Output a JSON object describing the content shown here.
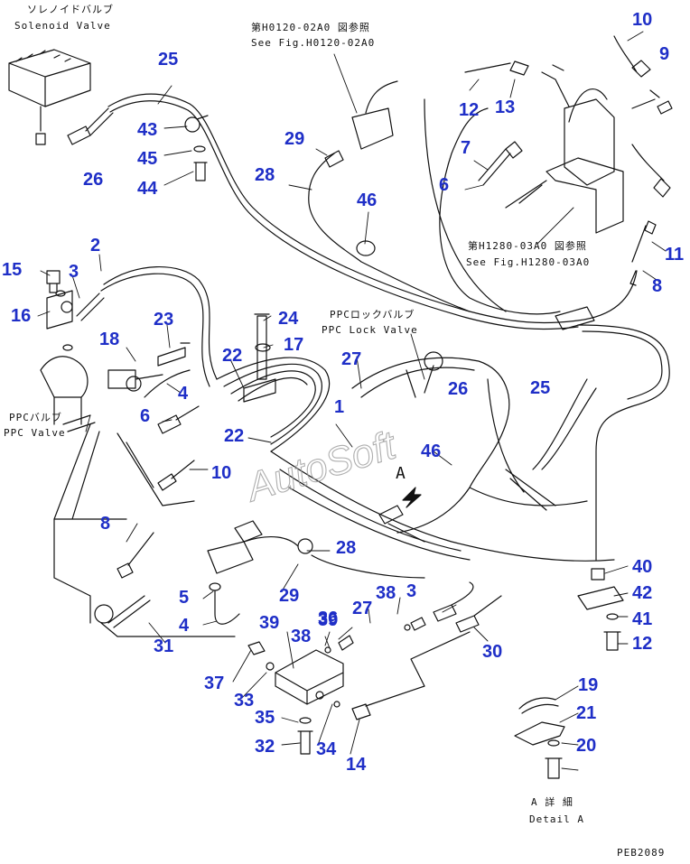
{
  "labels": {
    "solenoid_jp": "ソレノイドバルブ",
    "solenoid_en": "Solenoid Valve",
    "ref_top_jp": "第H0120-02A0 図参照",
    "ref_top_en": "See Fig.H0120-02A0",
    "ref_mid_jp": "第H1280-03A0 図参照",
    "ref_mid_en": "See Fig.H1280-03A0",
    "ppc_lock_jp": "PPCロックバルブ",
    "ppc_lock_en": "PPC Lock Valve",
    "ppc_valve_jp": "PPCバルブ",
    "ppc_valve_en": "PPC Valve",
    "detail_jp": "A 詳 細",
    "detail_en": "Detail A",
    "view_mark": "A",
    "page_code": "PEB2089",
    "watermark": "AutoSoft"
  },
  "callouts": [
    "25",
    "43",
    "45",
    "44",
    "26",
    "29",
    "28",
    "46",
    "10",
    "9",
    "12",
    "13",
    "7",
    "6",
    "11",
    "8",
    "2",
    "15",
    "3",
    "16",
    "23",
    "24",
    "17",
    "18",
    "22",
    "27",
    "1",
    "26",
    "25",
    "4",
    "6",
    "22",
    "10",
    "46",
    "8",
    "28",
    "5",
    "4",
    "29",
    "3",
    "38",
    "39",
    "27",
    "30",
    "40",
    "42",
    "41",
    "12",
    "31",
    "39",
    "38",
    "36",
    "37",
    "33",
    "35",
    "32",
    "34",
    "14",
    "19",
    "21",
    "20"
  ],
  "colors": {
    "callout": "#1f2fc7",
    "line": "#111111",
    "watermark": "#9a9a9a"
  }
}
